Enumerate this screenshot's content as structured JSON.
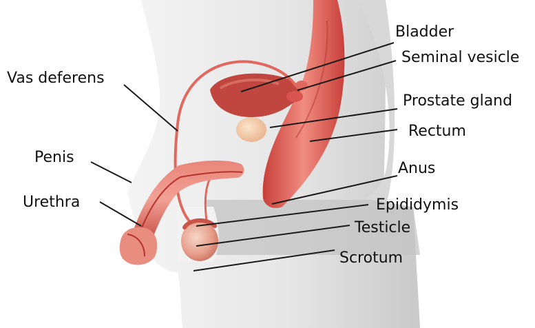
{
  "labels": {
    "bladder": "Bladder",
    "seminal_vesicle": "Seminal vesicle",
    "vas_deferens": "Vas deferens",
    "prostate_gland": "Prostate gland",
    "rectum": "Rectum",
    "penis": "Penis",
    "anus": "Anus",
    "urethra": "Urethra",
    "epididymis": "Epididymis",
    "testicle": "Testicle",
    "scrotum": "Scrotum"
  },
  "colors": {
    "body_light": "#e9e9e9",
    "body_shade": "#cfcfcf",
    "body_dark": "#b9b9b9",
    "organ_red": "#d9534f",
    "organ_light": "#f08c80",
    "organ_dark": "#b8322e",
    "prostate": "#f3c8a2",
    "leader_line": "#1a1a1a",
    "label_text": "#111111"
  },
  "icons": {
    "illustration": "male-reproductive-anatomy"
  }
}
